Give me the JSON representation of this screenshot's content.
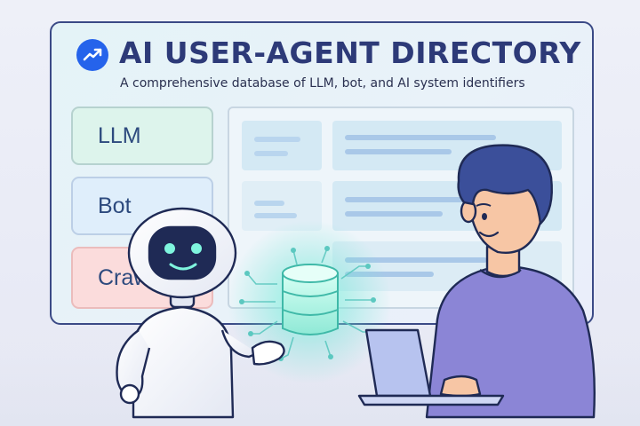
{
  "header": {
    "title": "AI USER-AGENT DIRECTORY",
    "subtitle": "A comprehensive database of LLM, bot, and AI system identifiers"
  },
  "categories": [
    {
      "label": "LLM",
      "color": "#ddf4ec"
    },
    {
      "label": "Bot",
      "color": "#dfeefb"
    },
    {
      "label": "Crawler",
      "color": "#fbdcdc"
    }
  ],
  "colors": {
    "title": "#2d3a78",
    "accent": "#2563eb",
    "window_border": "#3b4a86",
    "glow": "#5eead4",
    "shirt": "#8b85d6"
  },
  "icons": [
    "trending-up-icon",
    "database-icon",
    "robot-icon",
    "person-icon",
    "laptop-icon"
  ]
}
